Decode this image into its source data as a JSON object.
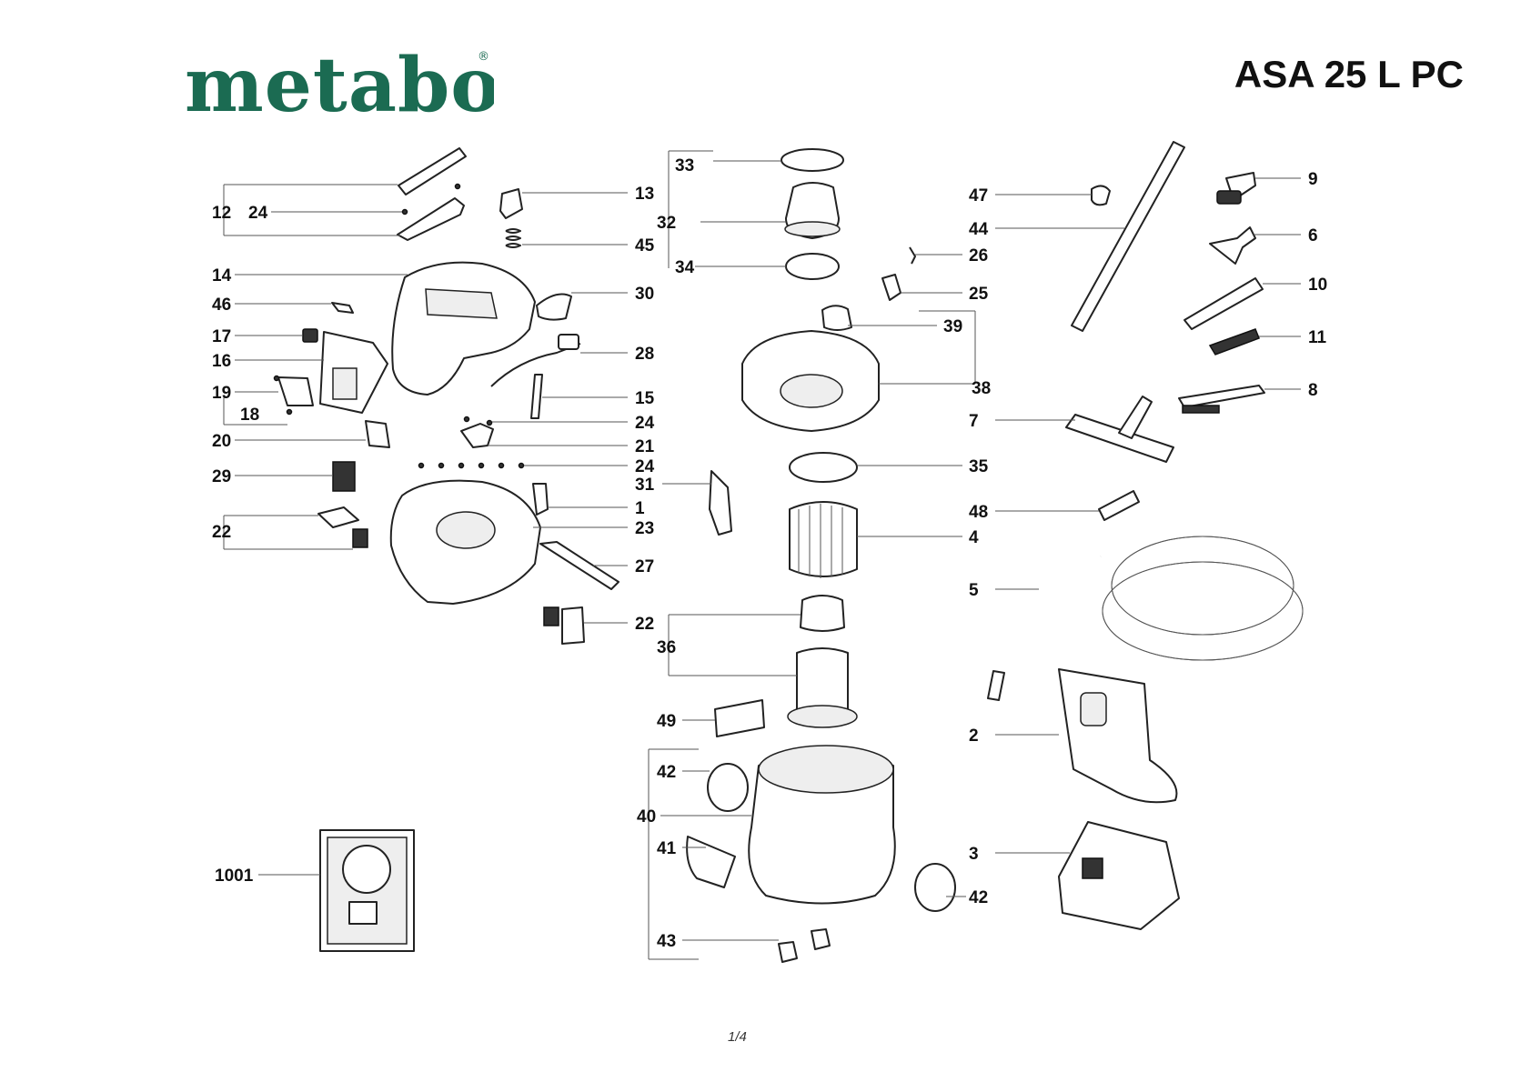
{
  "header": {
    "brand": "metabo",
    "registered": "®",
    "model": "ASA 25 L PC"
  },
  "footer": {
    "page": "1/4"
  },
  "colors": {
    "brand": "#1b6b52",
    "text": "#111111",
    "leader": "#555555"
  },
  "labels": {
    "l1": "1",
    "l2": "2",
    "l3": "3",
    "l4": "4",
    "l5": "5",
    "l6": "6",
    "l7": "7",
    "l8": "8",
    "l9": "9",
    "l10": "10",
    "l11": "11",
    "l12": "12",
    "l13": "13",
    "l14": "14",
    "l15": "15",
    "l16": "16",
    "l17": "17",
    "l18": "18",
    "l19": "19",
    "l20": "20",
    "l21": "21",
    "l22a": "22",
    "l22b": "22",
    "l23": "23",
    "l24a": "24",
    "l24b": "24",
    "l24c": "24",
    "l25": "25",
    "l26": "26",
    "l27": "27",
    "l28": "28",
    "l29": "29",
    "l30": "30",
    "l31": "31",
    "l32": "32",
    "l33": "33",
    "l34": "34",
    "l35": "35",
    "l36": "36",
    "l38": "38",
    "l39": "39",
    "l40": "40",
    "l41": "41",
    "l42a": "42",
    "l42b": "42",
    "l43": "43",
    "l44": "44",
    "l45": "45",
    "l46": "46",
    "l47": "47",
    "l48": "48",
    "l49": "49",
    "l1001": "1001"
  }
}
